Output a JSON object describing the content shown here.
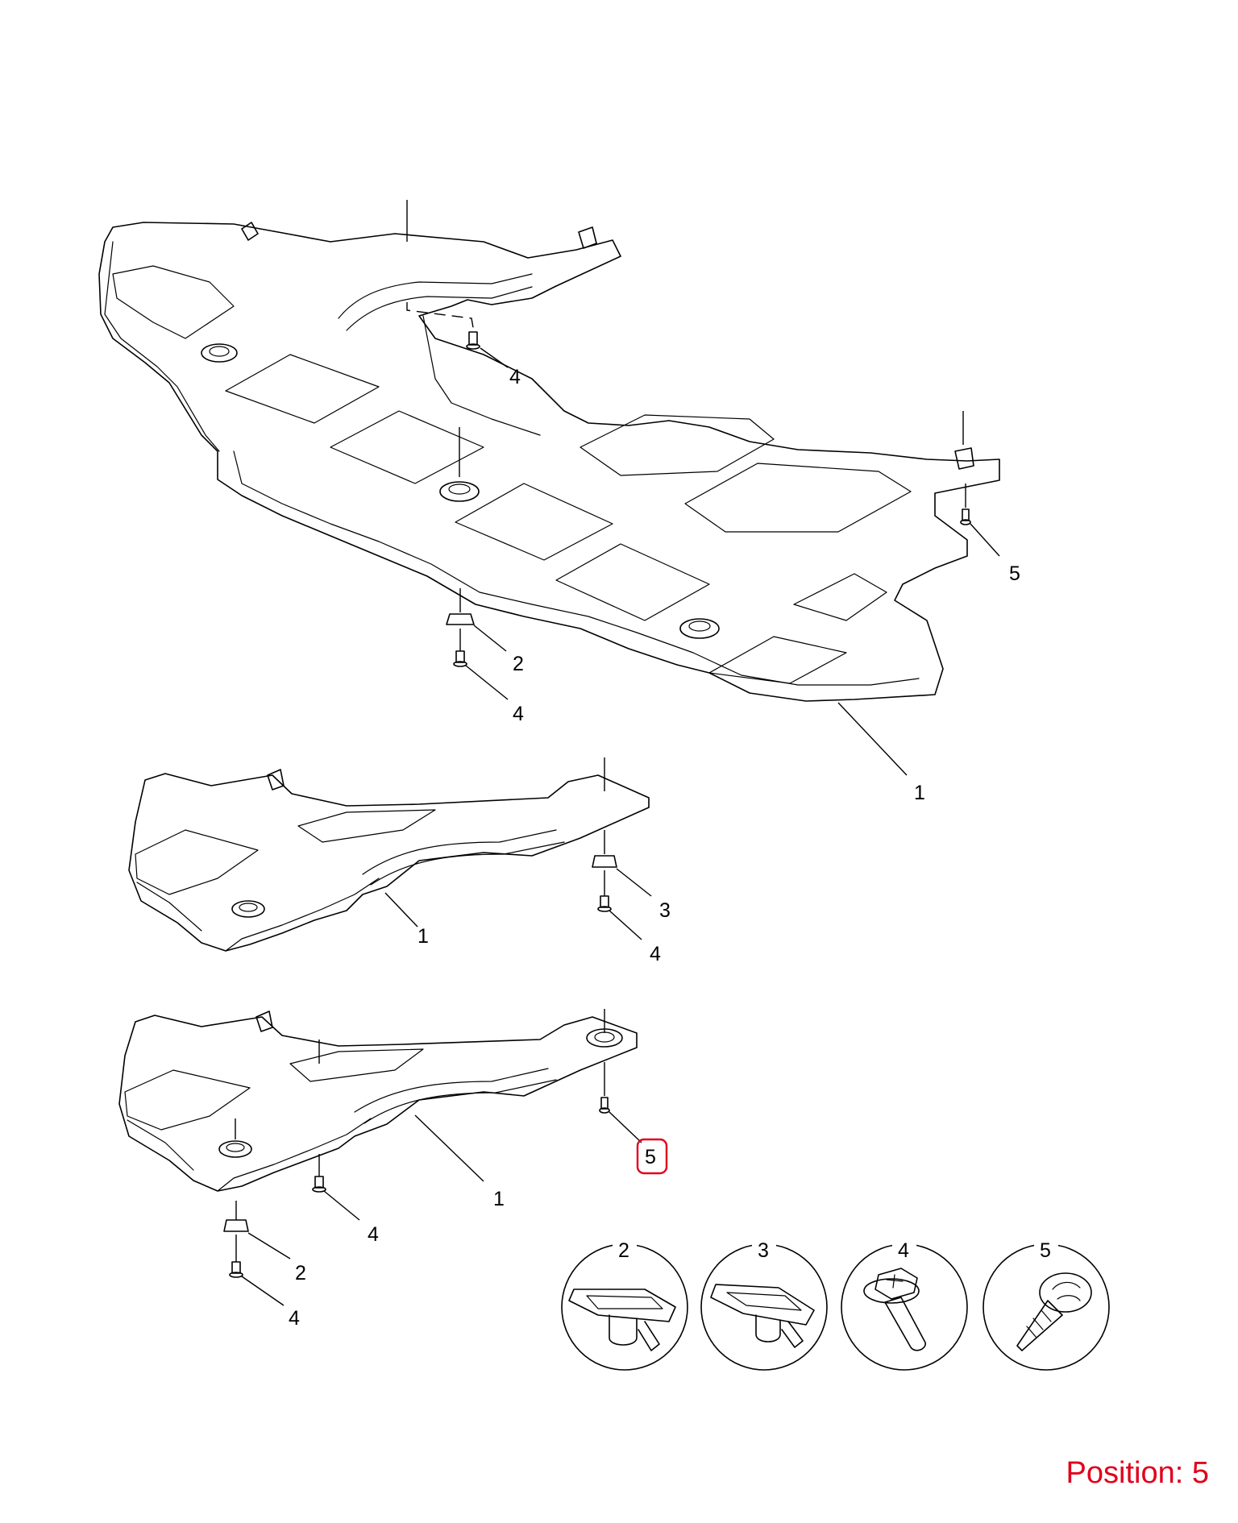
{
  "callouts": {
    "main_4_top": "4",
    "main_5_right": "5",
    "main_2": "2",
    "main_4_bottom": "4",
    "main_1": "1",
    "mid_3": "3",
    "mid_4": "4",
    "mid_1": "1",
    "low_5": "5",
    "low_4": "4",
    "low_1": "1",
    "low_2": "2",
    "low_4_bottom": "4"
  },
  "legend": [
    {
      "number": "2",
      "icon": "u-clip-nut-icon"
    },
    {
      "number": "3",
      "icon": "u-clip-nut-icon"
    },
    {
      "number": "4",
      "icon": "hex-bolt-washer-icon"
    },
    {
      "number": "5",
      "icon": "tapping-screw-icon"
    }
  ],
  "highlight": {
    "callout": "low_5",
    "color": "#e0001b"
  },
  "position_label": "Position: 5",
  "colors": {
    "position_text": "#e0001b",
    "line": "#000000"
  }
}
